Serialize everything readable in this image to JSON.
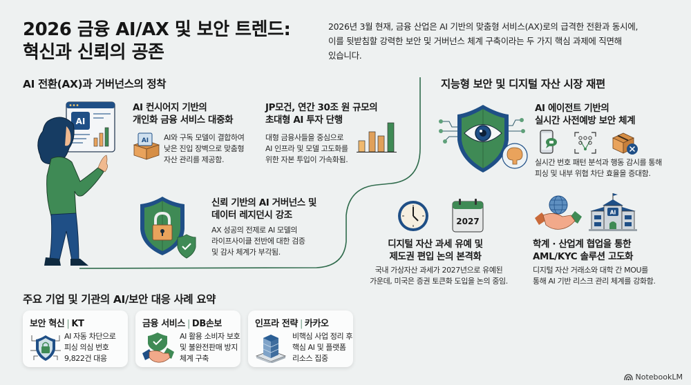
{
  "header": {
    "title_line1": "2026 금융 AI/AX 및 보안 트렌드:",
    "title_line2": "혁신과 신뢰의 공존",
    "intro_line1": "2026년 3월 현재, 금융 산업은 AI 기반의 맞춤형 서비스(AX)로의 급격한 전환과 동시에,",
    "intro_line2": "이를 뒷받침할 강력한 보안 및 거버넌스 체계 구축이라는 두 가지 핵심 과제에 직면해",
    "intro_line3": "있습니다."
  },
  "left_section": {
    "heading": "AI 전환(AX)과 거버넌스의 정착",
    "illustration_screen_label": "AI",
    "cards": [
      {
        "title_line1": "AI 컨시어지 기반의",
        "title_line2": "개인화 금융 서비스 대중화",
        "icon": "ai-box-icon",
        "icon_label": "AI",
        "body_line1": "AI와 구독 모델이 결합하여",
        "body_line2": "낮은 진입 장벽으로 맞춤형",
        "body_line3": "자산 관리를 제공함."
      },
      {
        "title_line1": "JP모건, 연간 30조 원 규모의",
        "title_line2": "초대형 AI 투자 단행",
        "icon": "bar-chart-icon",
        "body_line1": "대형 금융사들을 중심으로",
        "body_line2": "AI 인프라 및 모델 고도화를",
        "body_line3": "위한 자본 투입이 가속화됨."
      },
      {
        "title_line1": "신뢰 기반의 AI 거버넌스 및",
        "title_line2": "데이터 레지던시 강조",
        "icon": "shield-lock-icon",
        "body_line1": "AX 성공의 전제로 AI 모델의",
        "body_line2": "라이프사이클 전반에 대한 검증",
        "body_line3": "및 감사 체계가 부각됨."
      }
    ]
  },
  "right_section": {
    "heading": "지능형 보안 및 디지털 자산 시장 재편",
    "cards": [
      {
        "title_line1": "AI 에이전트 기반의",
        "title_line2": "실시간 사전예방 보안 체계",
        "icons": [
          "phone-chat-icon",
          "face-scan-icon",
          "blocked-package-icon"
        ],
        "body_line1": "실시간 번호 패턴 분석과 행동 감시를 통해",
        "body_line2": "피싱 및 내부 위협 차단 효율을 증대함."
      },
      {
        "title_line1": "디지털 자산 과세 유예 및",
        "title_line2": "제도권 편입 논의 본격화",
        "calendar_year": "2027",
        "body_line1": "국내 가상자산 과세가 2027년으로 유예된",
        "body_line2": "가운데, 미국은 증권 토큰화 도입을 논의 중임."
      },
      {
        "title_line1": "학계 · 산업계 협업을 통한",
        "title_line2": "AML/KYC 솔루션 고도화",
        "building_label": "AI",
        "body_line1": "디지털 자산 거래소와 대학 간 MOU를",
        "body_line2": "통해 AI 기반 리스크 관리 체계를 강화함."
      }
    ]
  },
  "summary": {
    "heading": "주요 기업 및 기관의 AI/보안 대응 사례 요약",
    "cards": [
      {
        "category": "보안 혁신",
        "org": "KT",
        "icon": "shield-lock-circuit-icon",
        "line1": "AI 자동 차단으로",
        "line2": "피싱 의심 번호",
        "line3": "9,822건 대응"
      },
      {
        "category": "금융 서비스",
        "org": "DB손보",
        "icon": "shield-handshake-icon",
        "line1": "AI 활용 소비자 보호",
        "line2": "및 불완전판매 방지",
        "line3": "체계 구축"
      },
      {
        "category": "인프라 전략",
        "org": "카카오",
        "icon": "server-stack-icon",
        "line1": "비핵심 사업 정리 후",
        "line2": "핵심 AI 및 플랫폼",
        "line3": "리소스 집중"
      }
    ]
  },
  "footer": {
    "brand": "NotebookLM"
  },
  "colors": {
    "background": "#eef1f1",
    "green": "#3f8a55",
    "navy": "#1f4f86",
    "orange": "#e9a35c",
    "connector": "#2f6b4c"
  }
}
